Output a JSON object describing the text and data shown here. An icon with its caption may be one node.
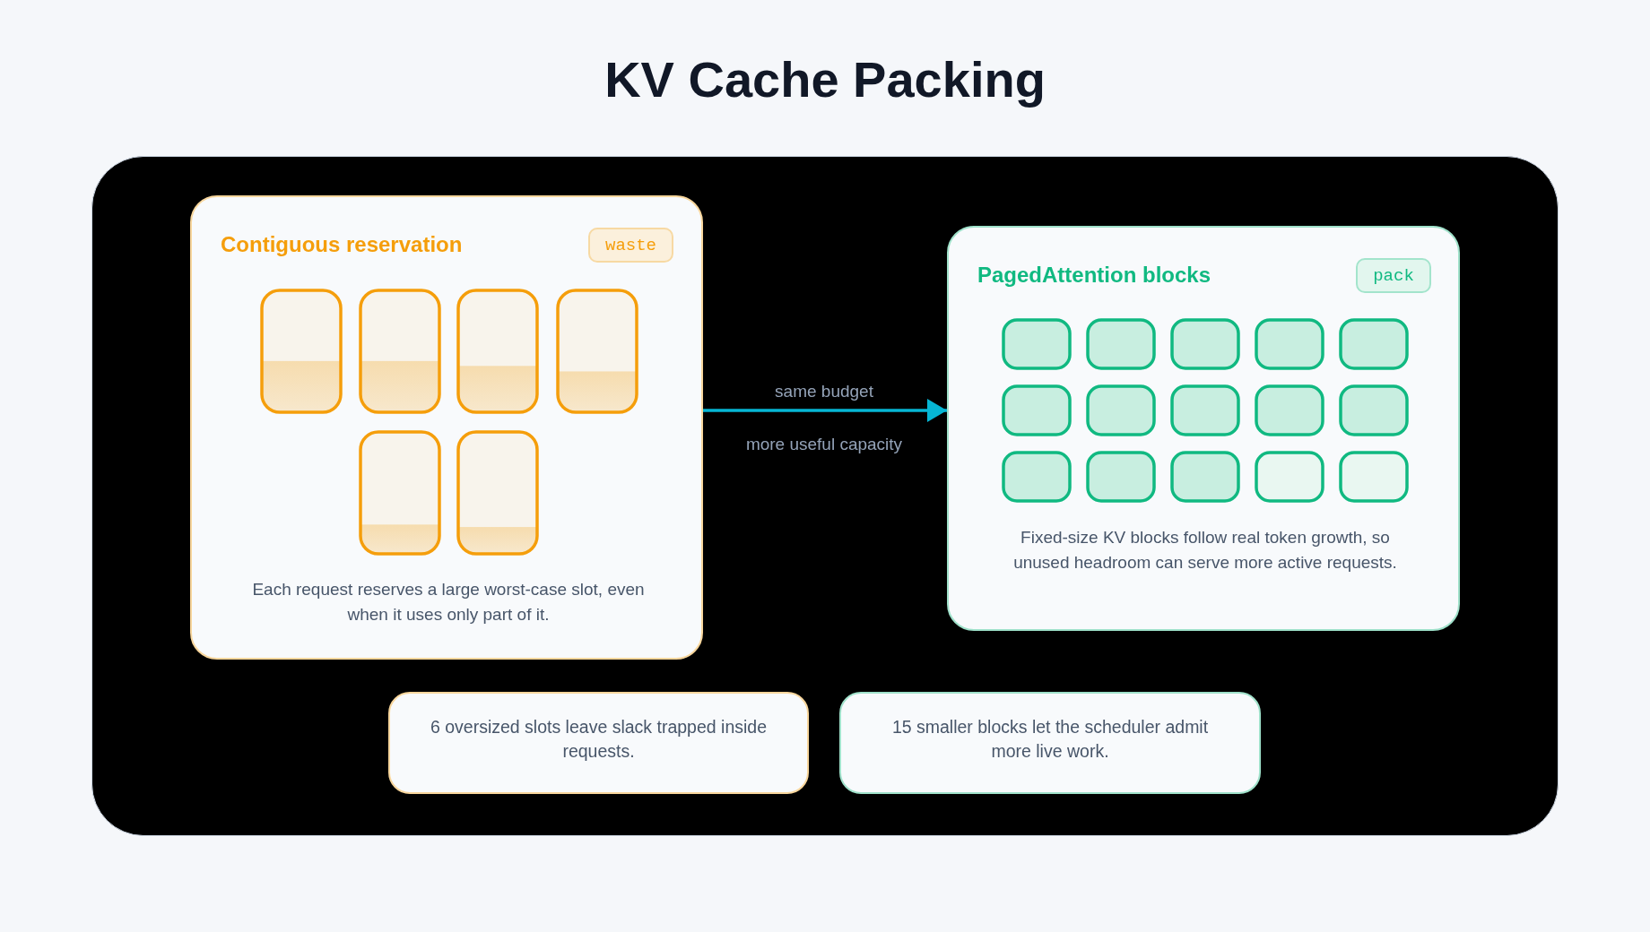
{
  "diagram": {
    "title": "KV Cache Packing",
    "nodes": [
      {
        "text": [
          "Contiguous reservation",
          "Each request reserves a large worst-case slot, even when it uses only part of it."
        ]
      },
      {
        "text": [
          "waste"
        ],
        "in": 0
      },
      {
        "text": [
          "PagedAttention blocks",
          "Fixed-size KV blocks follow real token growth, so unused headroom can serve more active requests."
        ]
      },
      {
        "text": [
          "pack"
        ],
        "in": 2
      },
      {
        "text": [
          "6 oversized slots leave slack trapped inside requests."
        ]
      },
      {
        "text": [
          "15 smaller blocks let the scheduler admit more live work."
        ]
      }
    ],
    "edges": [
      {
        "from": 0,
        "to": 2,
        "arrow": "to",
        "label": "same budget"
      }
    ],
    "labels": [
      "more useful capacity"
    ]
  }
}
